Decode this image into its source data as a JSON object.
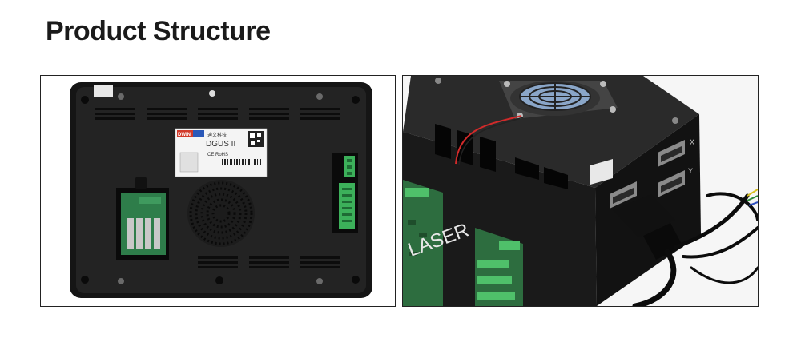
{
  "heading": {
    "title": "Product Structure"
  },
  "left_photo": {
    "label_brand": "DWIN",
    "label_model": "DGUS II",
    "label_company": "迪文科技",
    "ce_mark": "CE RoHS"
  },
  "right_photo": {
    "case_text": "LASER",
    "port_x": "X",
    "port_y": "Y"
  },
  "colors": {
    "panel": "#1e1e1e",
    "pcb_green": "#2e7d4a",
    "terminal_green": "#3cb05a",
    "frame": "#222222"
  }
}
